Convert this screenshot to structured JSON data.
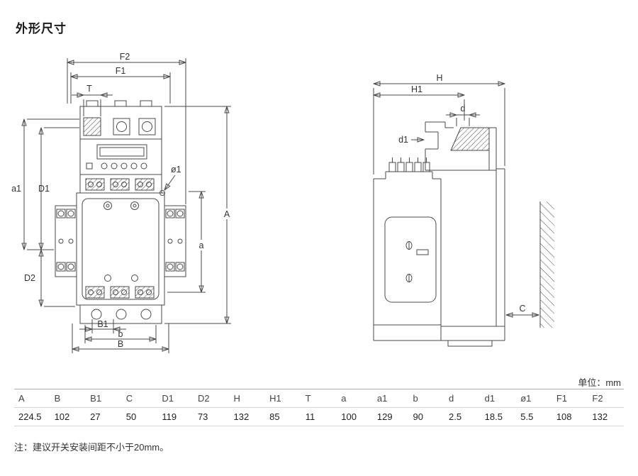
{
  "page": {
    "title": "外形尺寸",
    "unit_label": "单位：mm",
    "note": "注：建议开关安装间距不小于20mm。"
  },
  "dims": {
    "F2": "F2",
    "F1": "F1",
    "T": "T",
    "a1": "a1",
    "D1": "D1",
    "D2": "D2",
    "A": "A",
    "a": "a",
    "phi1": "ø1",
    "B1": "B1",
    "b": "b",
    "B": "B",
    "H": "H",
    "H1": "H1",
    "d": "d",
    "d1": "d1",
    "C": "C"
  },
  "table": {
    "headers": [
      "A",
      "B",
      "B1",
      "C",
      "D1",
      "D2",
      "H",
      "H1",
      "T",
      "a",
      "a1",
      "b",
      "d",
      "d1",
      "ø1",
      "F1",
      "F2"
    ],
    "values": [
      "224.5",
      "102",
      "27",
      "50",
      "119",
      "73",
      "132",
      "85",
      "11",
      "100",
      "129",
      "90",
      "2.5",
      "18.5",
      "5.5",
      "108",
      "132"
    ]
  }
}
